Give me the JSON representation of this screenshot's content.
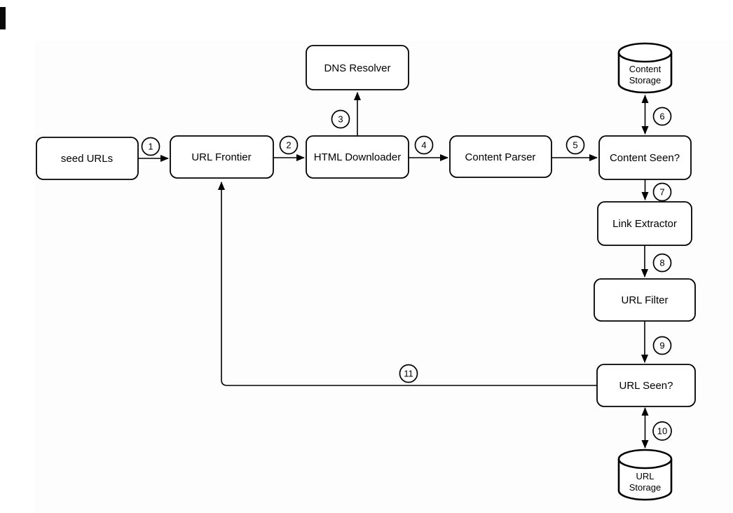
{
  "colors": {
    "ink": "#000000",
    "node_fill": "#ffffff",
    "background": "#ffffff",
    "canvas_tint": "#fdfdfd",
    "corner_artifact": "#0a0a0a"
  },
  "diagram": {
    "type": "flowchart",
    "subject": "web-crawler-pipeline",
    "nodes": {
      "seed_urls": {
        "label": "seed URLs"
      },
      "url_frontier": {
        "label": "URL Frontier"
      },
      "dns_resolver": {
        "label": "DNS Resolver"
      },
      "html_downloader": {
        "label": "HTML Downloader"
      },
      "content_parser": {
        "label": "Content Parser"
      },
      "content_seen": {
        "label": "Content Seen?"
      },
      "link_extractor": {
        "label": "Link Extractor"
      },
      "url_filter": {
        "label": "URL Filter"
      },
      "url_seen": {
        "label": "URL Seen?"
      },
      "content_storage": {
        "line1": "Content",
        "line2": "Storage",
        "shape": "cylinder"
      },
      "url_storage": {
        "line1": "URL",
        "line2": "Storage",
        "shape": "cylinder"
      }
    },
    "steps": {
      "s1": "1",
      "s2": "2",
      "s3": "3",
      "s4": "4",
      "s5": "5",
      "s6": "6",
      "s7": "7",
      "s8": "8",
      "s9": "9",
      "s10": "10",
      "s11": "11"
    },
    "edges": [
      {
        "step": "1",
        "from": "seed URLs",
        "to": "URL Frontier",
        "bidirectional": false
      },
      {
        "step": "2",
        "from": "URL Frontier",
        "to": "HTML Downloader",
        "bidirectional": false
      },
      {
        "step": "3",
        "from": "HTML Downloader",
        "to": "DNS Resolver",
        "bidirectional": false
      },
      {
        "step": "4",
        "from": "HTML Downloader",
        "to": "Content Parser",
        "bidirectional": false
      },
      {
        "step": "5",
        "from": "Content Parser",
        "to": "Content Seen?",
        "bidirectional": false
      },
      {
        "step": "6",
        "from": "Content Seen?",
        "to": "Content Storage",
        "bidirectional": true
      },
      {
        "step": "7",
        "from": "Content Seen?",
        "to": "Link Extractor",
        "bidirectional": false
      },
      {
        "step": "8",
        "from": "Link Extractor",
        "to": "URL Filter",
        "bidirectional": false
      },
      {
        "step": "9",
        "from": "URL Filter",
        "to": "URL Seen?",
        "bidirectional": false
      },
      {
        "step": "10",
        "from": "URL Seen?",
        "to": "URL Storage",
        "bidirectional": true
      },
      {
        "step": "11",
        "from": "URL Seen?",
        "to": "URL Frontier",
        "bidirectional": false
      }
    ]
  }
}
